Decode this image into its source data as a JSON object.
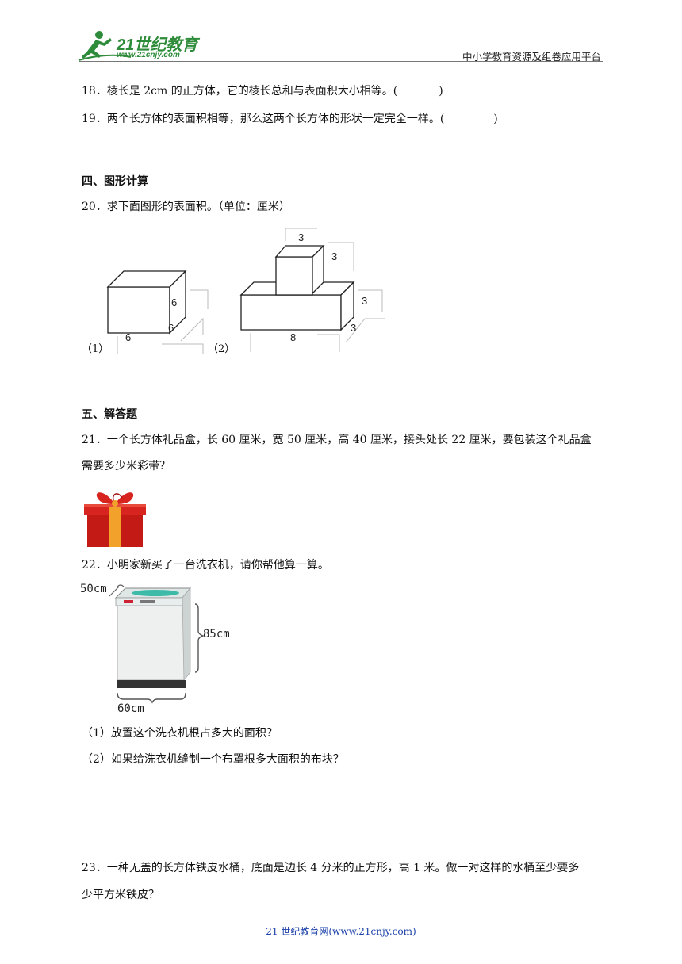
{
  "header": {
    "logo_text": "21世纪教育",
    "logo_url": "www.21cnjy.com",
    "platform": "中小学教育资源及组卷应用平台"
  },
  "questions": {
    "q18": {
      "text": "18．棱长是 2cm 的正方体，它的棱长总和与表面积大小相等。(",
      "close": ")"
    },
    "q19": {
      "text": "19．两个长方体的表面积相等，那么这两个长方体的形状一定完全一样。(",
      "close": ")"
    }
  },
  "section4": {
    "title": "四、图形计算",
    "q20": "20．求下面图形的表面积。（单位：厘米）",
    "fig1": {
      "label": "（1）",
      "dim_front": "6",
      "dim_side": "6",
      "dim_bottom": "6"
    },
    "fig2": {
      "label": "（2）",
      "top_w": "3",
      "top_h": "3",
      "base_h": "3",
      "base_d": "3",
      "base_w": "8"
    }
  },
  "section5": {
    "title": "五、解答题",
    "q21_line1": "21．一个长方体礼品盒，长 60 厘米，宽 50 厘米，高 40 厘米，接头处长 22 厘米，要包装这个礼品盒",
    "q21_line2": "需要多少米彩带？",
    "q22": "22．小明家新买了一台洗衣机，请你帮他算一算。",
    "washer": {
      "depth": "50cm",
      "height": "85cm",
      "width": "60cm"
    },
    "q22_1": "（1）放置这个洗衣机根占多大的面积？",
    "q22_2": "（2）如果给洗衣机缝制一个布罩根多大面积的布块？",
    "q23_line1": "23．一种无盖的长方体铁皮水桶，底面是边长 4 分米的正方形，高 1 米。做一对这样的水桶至少要多",
    "q23_line2": "少平方米铁皮？"
  },
  "footer": {
    "text": "21 世纪教育网(www.21cnjy.com)"
  },
  "colors": {
    "logo_green": "#2e8b3a",
    "footer_blue": "#1a3fa8",
    "gift_red": "#d8241f",
    "gift_ribbon": "#f2a12a"
  }
}
